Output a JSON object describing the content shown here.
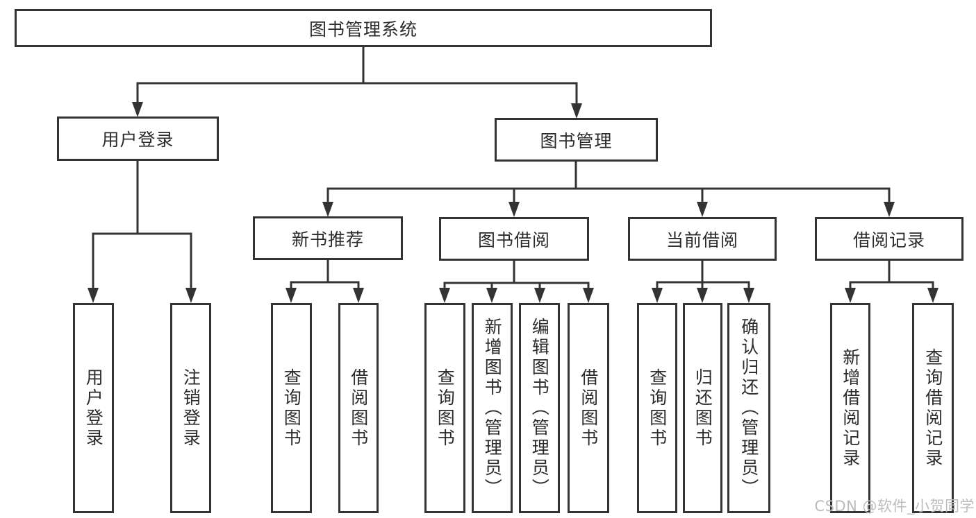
{
  "root": {
    "label": "图书管理系统"
  },
  "level1": [
    {
      "label": "用户登录"
    },
    {
      "label": "图书管理"
    }
  ],
  "level2": [
    {
      "label": "新书推荐"
    },
    {
      "label": "图书借阅"
    },
    {
      "label": "当前借阅"
    },
    {
      "label": "借阅记录"
    }
  ],
  "leaves": [
    {
      "label": "用户登录"
    },
    {
      "label": "注销登录"
    },
    {
      "label": "查询图书"
    },
    {
      "label": "借阅图书"
    },
    {
      "label": "查询图书"
    },
    {
      "label": "新增图书（管理员）"
    },
    {
      "label": "编辑图书（管理员）"
    },
    {
      "label": "借阅图书"
    },
    {
      "label": "查询图书"
    },
    {
      "label": "归还图书"
    },
    {
      "label": "确认归还（管理员）"
    },
    {
      "label": "新增借阅记录"
    },
    {
      "label": "查询借阅记录"
    }
  ],
  "watermark": {
    "text": "CSDN @软件_小贺同学"
  },
  "colors": {
    "line": "#333333",
    "text": "#2b2b2b",
    "box_background": "#ffffff",
    "page_background": "#ffffff",
    "watermark": "#bcbcbc"
  }
}
